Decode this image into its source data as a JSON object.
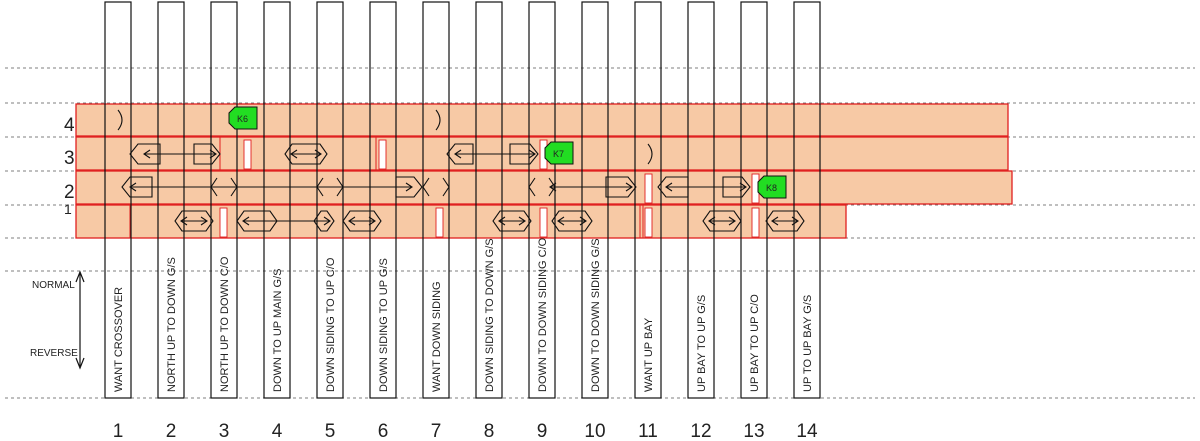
{
  "rows": [
    "4",
    "3",
    "2",
    "1"
  ],
  "direction": {
    "normal": "NORMAL",
    "reverse": "REVERSE"
  },
  "levers": [
    {
      "number": "1",
      "label": "WANT CROSSOVER"
    },
    {
      "number": "2",
      "label": "NORTH UP TO DOWN G/S"
    },
    {
      "number": "3",
      "label": "NORTH UP TO DOWN C/O"
    },
    {
      "number": "4",
      "label": "DOWN TO UP MAIN G/S"
    },
    {
      "number": "5",
      "label": "DOWN SIDING TO UP C/O"
    },
    {
      "number": "6",
      "label": "DOWN SIDING TO UP G/S"
    },
    {
      "number": "7",
      "label": "WANT DOWN SIDING"
    },
    {
      "number": "8",
      "label": "DOWN SIDING TO DOWN G/S"
    },
    {
      "number": "9",
      "label": "DOWN TO DOWN SIDING C/O"
    },
    {
      "number": "10",
      "label": "DOWN TO DOWN SIDING G/S"
    },
    {
      "number": "11",
      "label": "WANT UP BAY"
    },
    {
      "number": "12",
      "label": "UP BAY TO UP G/S"
    },
    {
      "number": "13",
      "label": "UP BAY TO UP C/O"
    },
    {
      "number": "14",
      "label": "UP TO UP BAY G/S"
    }
  ],
  "tags": [
    "K6",
    "K7",
    "K8"
  ],
  "colors": {
    "band_fill": "#f7c9a5",
    "band_stroke": "#e02020",
    "tag_fill": "#22dd22",
    "line": "#111111",
    "dash": "#555555"
  }
}
